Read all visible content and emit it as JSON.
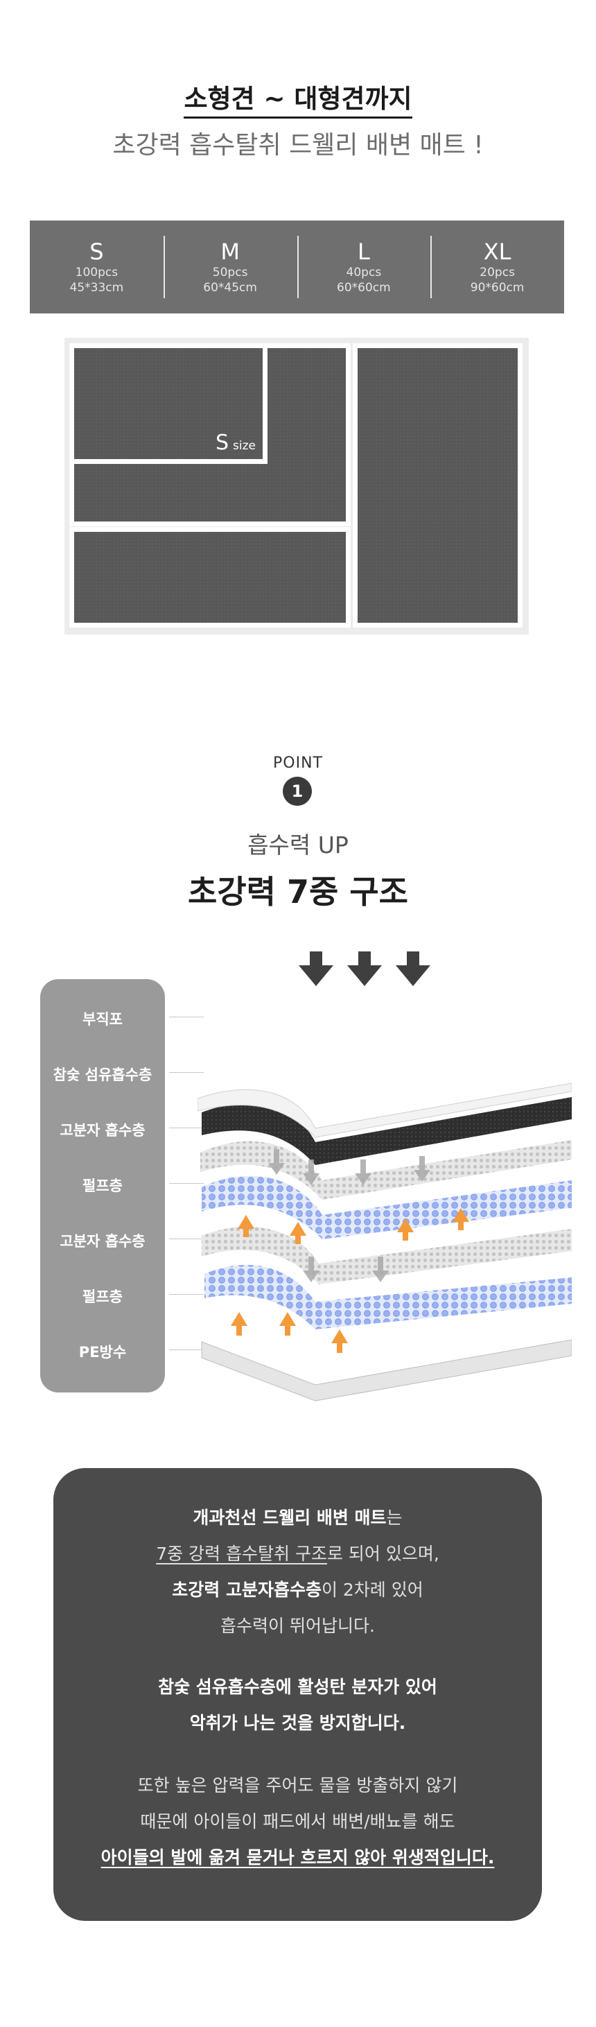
{
  "header": {
    "title": "소형견 ~ 대형견까지",
    "subtitle": "초강력 흡수탈취 드웰리 배변 매트 !"
  },
  "sizes": [
    {
      "size": "S",
      "count": "100pcs",
      "dims": "45*33cm"
    },
    {
      "size": "M",
      "count": "50pcs",
      "dims": "60*45cm"
    },
    {
      "size": "L",
      "count": "40pcs",
      "dims": "60*60cm"
    },
    {
      "size": "XL",
      "count": "20pcs",
      "dims": "90*60cm"
    }
  ],
  "mats": {
    "s_label": "S",
    "s_label_suffix": "size"
  },
  "point": {
    "word": "POINT",
    "number": "1",
    "subtitle": "흡수력 UP",
    "title": "초강력 7중 구조"
  },
  "layers": [
    "부직포",
    "참숯 섬유흡수층",
    "고분자 흡수층",
    "펄프층",
    "고분자 흡수층",
    "펄프층",
    "PE방수"
  ],
  "colors": {
    "bar": "#6f6f6f",
    "mat": "#585858",
    "legend": "#9a9a9a",
    "info_bg": "#4b4b4b",
    "absorb_blue": "#7f9ef0",
    "arrow_orange": "#f39a3b"
  },
  "info": {
    "p1_l1_bold": "개과천선 드웰리 배변 매트",
    "p1_l1_rest": "는",
    "p1_l2_underlined": "7중 강력 흡수탈취 구조",
    "p1_l2_rest": "로 되어 있으며,",
    "p1_l3_bold": "초강력 고분자흡수층",
    "p1_l3_rest": "이 2차례 있어",
    "p1_l4": "흡수력이 뛰어납니다.",
    "p2_l1": "참숯 섬유흡수층에 활성탄 분자가 있어",
    "p2_l2": "악취가 나는 것을 방지합니다.",
    "p3_l1": "또한 높은 압력을 주어도 물을 방출하지 않기",
    "p3_l2": "때문에 아이들이 패드에서 배변/배뇨를 해도",
    "p3_l3": "아이들의 발에 옮겨 묻거나 흐르지 않아 위생적입니다."
  }
}
